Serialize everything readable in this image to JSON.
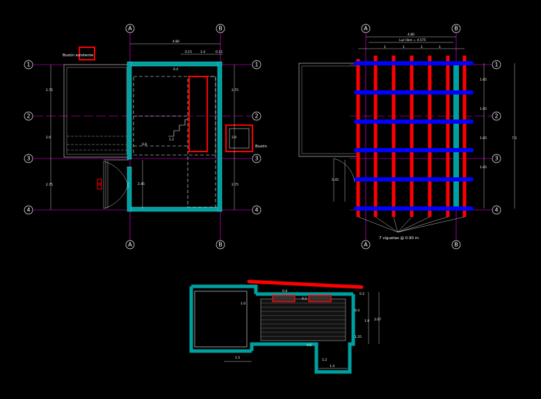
{
  "plan_left": {
    "grid_cols": [
      "A",
      "B"
    ],
    "grid_rows": [
      "1",
      "2",
      "3",
      "4"
    ],
    "overall_width": "4.80",
    "top_dims": [
      "0.15",
      "1.4",
      "0.15"
    ],
    "left_dims": [
      "2.75",
      "2.0",
      "2.75"
    ],
    "right_dims": [
      "2.75",
      "2.0",
      "2.75"
    ],
    "inner_dims": [
      "0.4",
      "1.2",
      "0.8",
      "2.45"
    ],
    "label_existing_drain": "Buzón existente",
    "label_drain": "Buzón"
  },
  "plan_right": {
    "grid_cols": [
      "A",
      "B"
    ],
    "grid_rows": [
      "1",
      "2",
      "3",
      "4"
    ],
    "overall_width": "4.80",
    "net_span": "Luz libre = 4.575",
    "top_spacings": [
      "1",
      "1",
      "1",
      "1"
    ],
    "right_dims": [
      "1.65",
      "1.65",
      "1.65",
      "1.65"
    ],
    "overall_height": "7.5",
    "left_dim": "2.45",
    "joist_note": "7 viguetas @ 0.90 m"
  },
  "section": {
    "dims": [
      "0.4",
      "0.2",
      "1.0",
      "2.07",
      "1.9",
      "1.25",
      "0.6",
      "0.4",
      "1.2",
      "1.4",
      "1.5",
      "0.2"
    ]
  },
  "colors": {
    "bg": "#000000",
    "grid_line": "#ff00ff",
    "wall": "#00b0b0",
    "beam": "#ff0000",
    "joist": "#0000ff",
    "text": "#ffffff",
    "dashed": "#ffffff"
  }
}
